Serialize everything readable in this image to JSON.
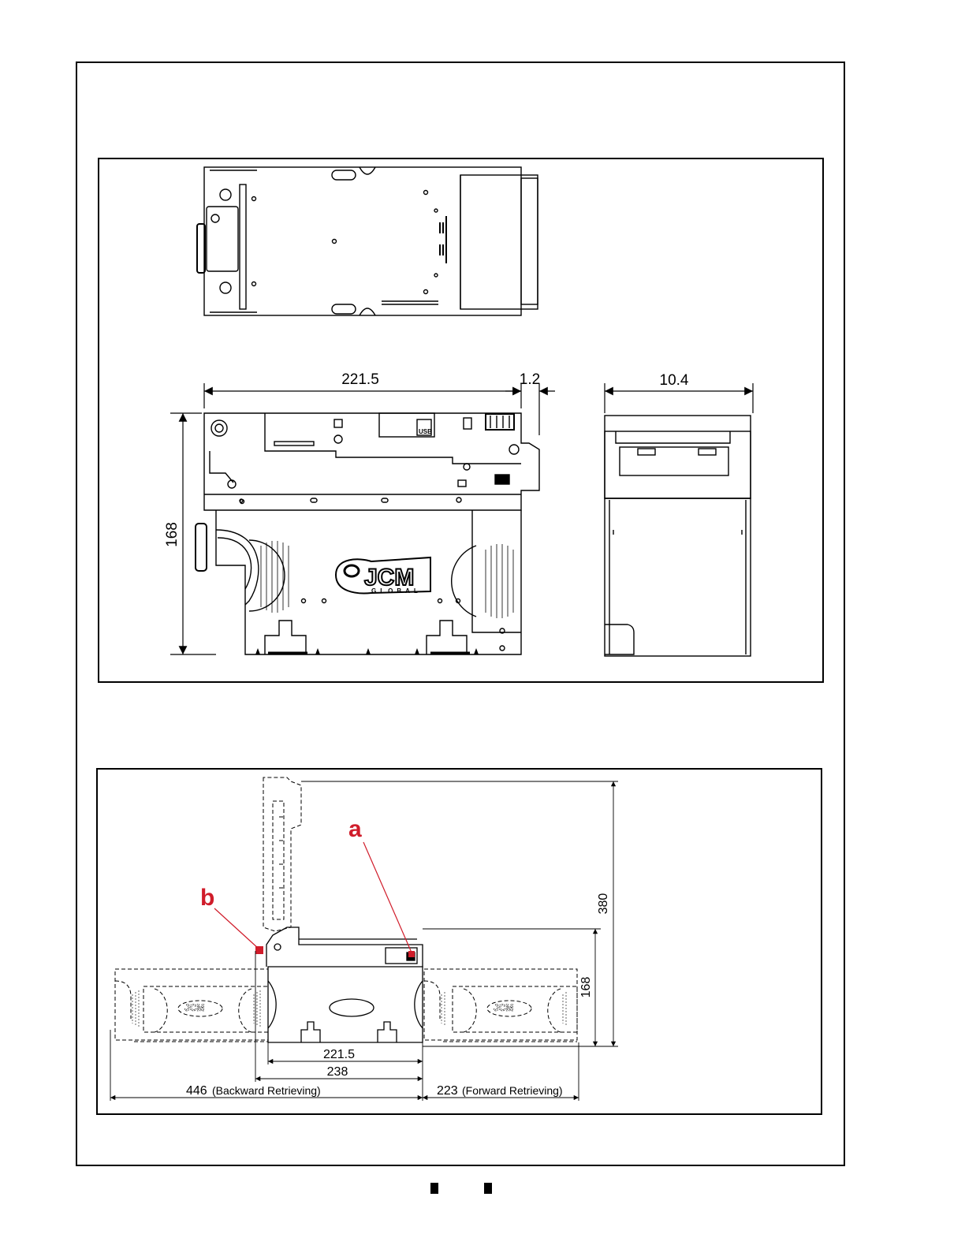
{
  "top_panel": {
    "dimensions": {
      "width": "221.5",
      "gap": "1.2",
      "depth": "10.4",
      "height": "168"
    },
    "logo": {
      "brand": "JCM",
      "sub": "GLOBAL"
    },
    "labels": {
      "usb": "USB"
    }
  },
  "bottom_panel": {
    "callouts": {
      "a": "a",
      "b": "b"
    },
    "dimensions": {
      "total_height": "380",
      "unit_height": "168",
      "unit_width": "221.5",
      "overall_width": "238",
      "backward_value": "446",
      "backward_label": "(Backward Retrieving)",
      "forward_value": "223",
      "forward_label": "(Forward Retrieving)"
    }
  }
}
